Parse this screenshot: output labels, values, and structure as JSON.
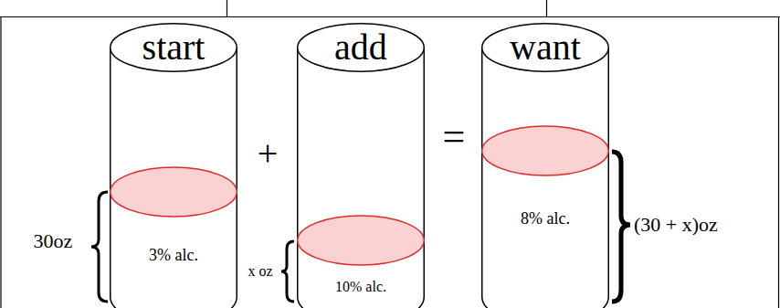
{
  "diagram": {
    "nodes": [
      {
        "text": [
          "start",
          "3% alc."
        ]
      },
      {
        "text": [
          "add",
          "10% alc."
        ]
      },
      {
        "text": [
          "want",
          "8% alc."
        ]
      }
    ],
    "labels": [
      "30oz",
      "+",
      "x oz",
      "=",
      "(30 + x)oz"
    ]
  }
}
